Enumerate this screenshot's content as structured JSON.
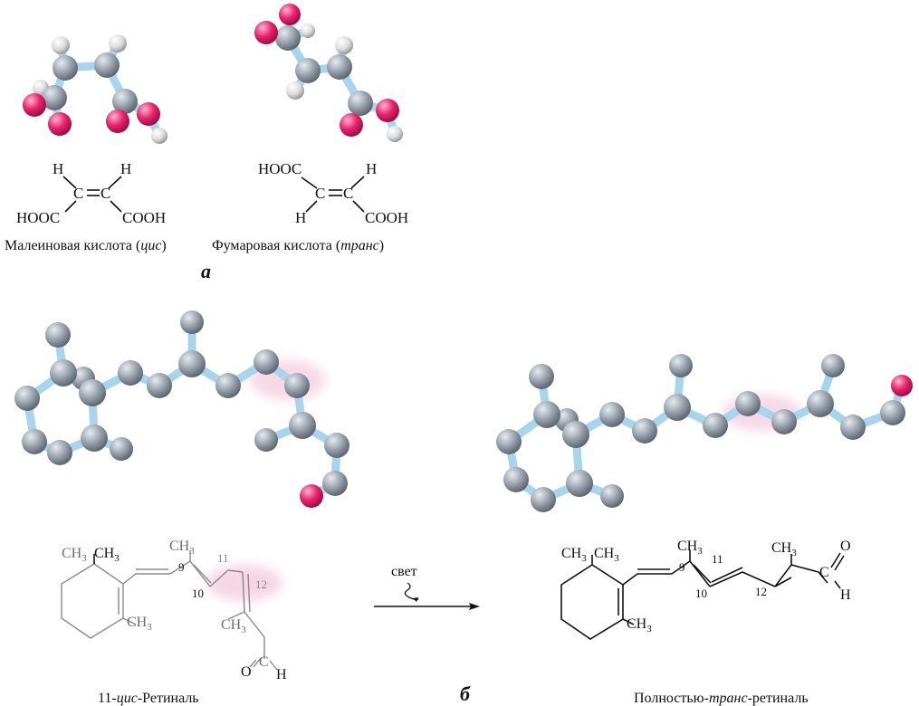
{
  "panel_a": {
    "label": "а",
    "maleic": {
      "h_top_left": "H",
      "h_top_right": "H",
      "c_left": "C",
      "c_right": "C",
      "group_bottom_left": "HOOC",
      "group_bottom_right": "COOH",
      "caption_main": "Малеиновая кислота (",
      "caption_italic": "цис",
      "caption_end": ")"
    },
    "fumaric": {
      "group_top_left": "HOOC",
      "h_top_right": "H",
      "c_left": "C",
      "c_right": "C",
      "h_bottom_left": "H",
      "group_bottom_right": "COOH",
      "caption_main": "Фумаровая кислота (",
      "caption_italic": "транс",
      "caption_end": ")"
    }
  },
  "panel_b": {
    "label": "б",
    "cis_retinal": {
      "methyl_a": "CH3",
      "methyl_b": "CH3",
      "methyl_c9": "CH3",
      "methyl_ring": "CH3",
      "methyl_c13": "CH3",
      "num_9": "9",
      "num_10": "10",
      "num_11": "11",
      "num_12": "12",
      "aldehyde_o": "O",
      "aldehyde_c": "C",
      "aldehyde_h": "H",
      "caption_prefix": "11-",
      "caption_italic": "цис",
      "caption_suffix": "-Ретиналь"
    },
    "arrow": {
      "label": "свет"
    },
    "trans_retinal": {
      "methyl_a": "CH3",
      "methyl_b": "CH3",
      "methyl_c9": "CH3",
      "methyl_ring": "CH3",
      "methyl_c13": "CH3",
      "num_9": "9",
      "num_10": "10",
      "num_11": "11",
      "num_12": "12",
      "aldehyde_o": "O",
      "aldehyde_c": "C",
      "aldehyde_h": "H",
      "caption_prefix": "Полностью-",
      "caption_italic": "транс",
      "caption_suffix": "-ретиналь"
    }
  },
  "colors": {
    "carbon_atom": "#9aa3ad",
    "oxygen_atom": "#e8236e",
    "hydrogen_atom": "#e4e4e4",
    "bond_stick": "#a8d5ec",
    "highlight": "#f3c8dc"
  }
}
